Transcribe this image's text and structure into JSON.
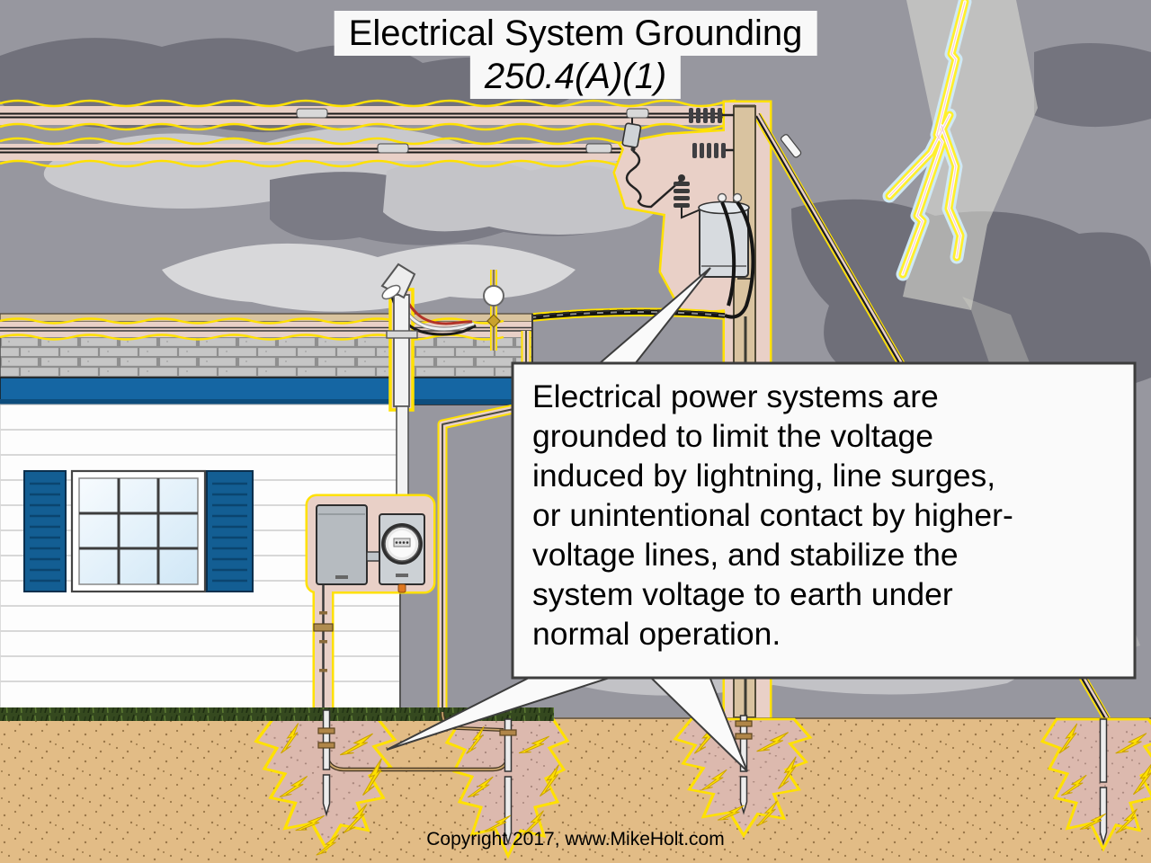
{
  "title": {
    "line1": "Electrical System Grounding",
    "line2": "250.4(A)(1)"
  },
  "callout": {
    "text": "Electrical power systems are\ngrounded to limit the voltage\ninduced by lightning, line surges,\nor unintentional contact by higher-\nvoltage lines, and stabilize the\nsystem voltage to earth under\nnormal operation."
  },
  "footer": {
    "copyright": "Copyright 2017, www.MikeHolt.com"
  },
  "colors": {
    "sky_gray": "#97979f",
    "cloud_dark": "#71717b",
    "cloud_light": "#c9c9cd",
    "highlight_yellow": "#ffe100",
    "halo_pink": "#e9d0c7",
    "soil_tan": "#e2bc86",
    "dissipation_zone_pink": "#dcb9ae",
    "lightning_yellow": "#ffef2e",
    "lightning_glow_blue": "#cfe9f5",
    "fascia_blue": "#1566a3",
    "shutter_blue": "#135e93",
    "callout_bg": "#fafafa",
    "callout_border": "#3d3d3d"
  },
  "scene": {
    "parts": [
      "storm-sky",
      "lightning-strike",
      "overhead-power-lines",
      "utility-pole",
      "pole-transformer",
      "surge-arrester",
      "fuse-cutout",
      "guy-wire",
      "service-drop",
      "weatherhead",
      "brick-parapet",
      "house-siding",
      "window-with-shutters",
      "electrical-panel",
      "electric-meter",
      "grounding-electrode-conductor",
      "ground-rods",
      "bonding-jumper",
      "earth-dissipation-zones"
    ]
  }
}
